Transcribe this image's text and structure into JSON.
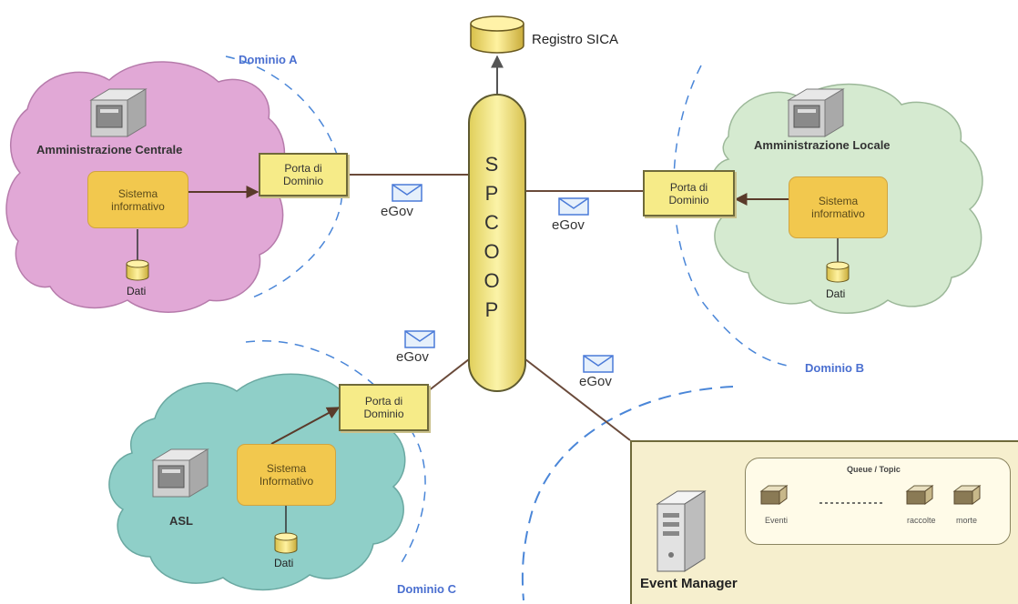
{
  "registry": {
    "label": "Registro SICA"
  },
  "spcoop": {
    "letters": [
      "S",
      "P",
      "C",
      "O",
      "O",
      "P"
    ]
  },
  "domains": {
    "a": "Dominio A",
    "b": "Dominio B",
    "c": "Dominio C"
  },
  "clouds": {
    "centrale": {
      "title": "Amministrazione Centrale",
      "sistema": "Sistema\ninformativo",
      "dati": "Dati",
      "color": "#e1a8d6"
    },
    "locale": {
      "title": "Amministrazione Locale",
      "sistema": "Sistema\ninformativo",
      "dati": "Dati",
      "color": "#d5ead0"
    },
    "asl": {
      "title": "ASL",
      "sistema": "Sistema\nInformativo",
      "dati": "Dati",
      "color": "#8fcfc8"
    }
  },
  "porta": {
    "label": "Porta di\nDominio"
  },
  "egov": {
    "label": "eGov"
  },
  "event_manager": {
    "title": "Event Manager",
    "queue_title": "Queue / Topic",
    "items": [
      "Eventi",
      "raccolte",
      "morte"
    ]
  },
  "colors": {
    "porta_fill": "#f6eb88",
    "sistema_fill": "#f2c84e",
    "spcoop_fill": "#f6ea84",
    "domain_line": "#4a86d8"
  }
}
